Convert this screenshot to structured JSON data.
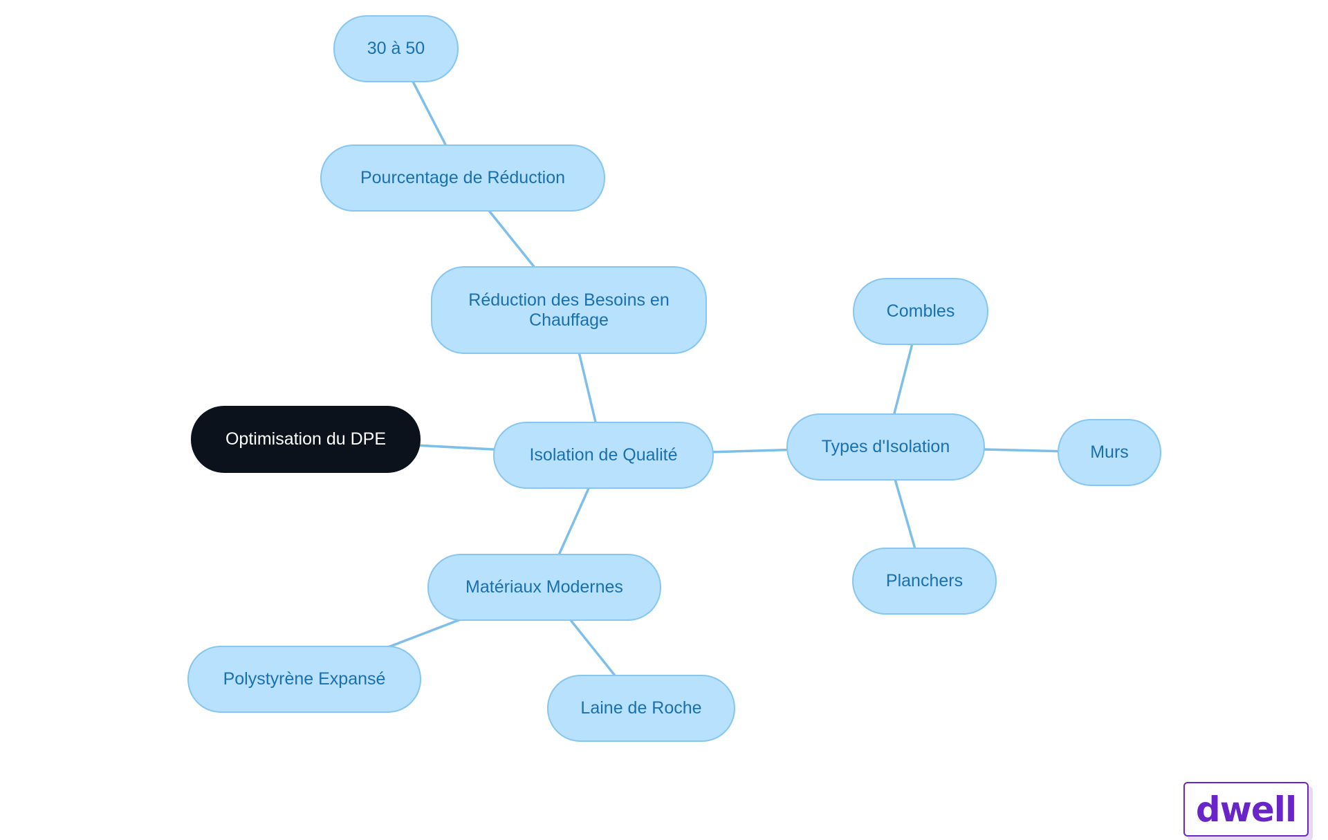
{
  "diagram": {
    "nodes": {
      "root": "Optimisation du DPE",
      "isolation": "Isolation de Qualité",
      "reduction": "Réduction des Besoins en Chauffage",
      "pourcentage": "Pourcentage de Réduction",
      "trente": "30 à 50",
      "types": "Types d'Isolation",
      "combles": "Combles",
      "murs": "Murs",
      "planchers": "Planchers",
      "materiaux": "Matériaux Modernes",
      "polystyrene": "Polystyrène Expansé",
      "laine": "Laine de Roche"
    },
    "edges": [
      [
        "root",
        "isolation"
      ],
      [
        "isolation",
        "reduction"
      ],
      [
        "reduction",
        "pourcentage"
      ],
      [
        "pourcentage",
        "trente"
      ],
      [
        "isolation",
        "types"
      ],
      [
        "types",
        "combles"
      ],
      [
        "types",
        "murs"
      ],
      [
        "types",
        "planchers"
      ],
      [
        "isolation",
        "materiaux"
      ],
      [
        "materiaux",
        "polystyrene"
      ],
      [
        "materiaux",
        "laine"
      ]
    ],
    "colors": {
      "node_fill": "#b7e1fd",
      "node_border": "#86c6f0",
      "node_text": "#1a6fae",
      "root_fill": "#0b121b",
      "root_text": "#ffffff",
      "edge": "#7dbfe9"
    }
  },
  "logo": {
    "text": "dwell",
    "color": "#6a25c9"
  }
}
